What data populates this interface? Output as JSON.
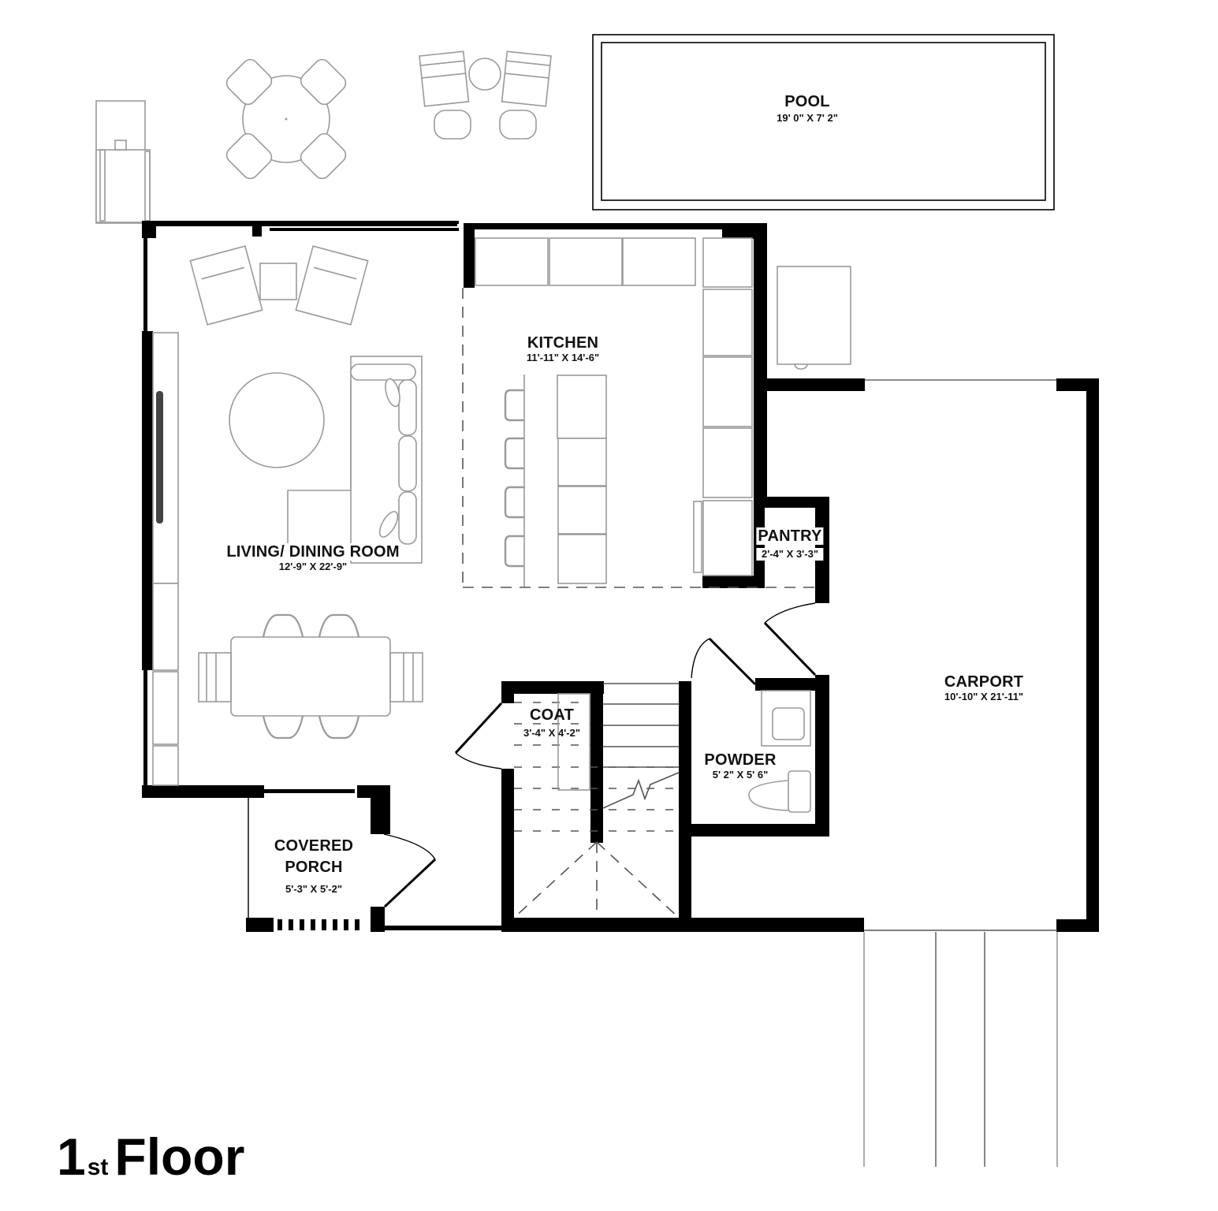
{
  "plan": {
    "title_number": "1",
    "title_suffix": "st",
    "title_word": "Floor",
    "colors": {
      "wall": "#000000",
      "furniture": "#9a9a9a",
      "background": "#ffffff"
    }
  },
  "rooms": {
    "pool": {
      "name": "POOL",
      "dimensions": "19' 0\" X 7' 2\""
    },
    "kitchen": {
      "name": "KITCHEN",
      "dimensions": "11'-11\" X 14'-6\""
    },
    "living_dining": {
      "name": "LIVING/ DINING ROOM",
      "dimensions": "12'-9\" X 22'-9\""
    },
    "pantry": {
      "name": "PANTRY",
      "dimensions": "2'-4\" X 3'-3\""
    },
    "carport": {
      "name": "CARPORT",
      "dimensions": "10'-10\" X 21'-11\""
    },
    "coat": {
      "name": "COAT",
      "dimensions": "3'-4\" X 4'-2\""
    },
    "powder": {
      "name": "POWDER",
      "dimensions": "5' 2\" X 5' 6\""
    },
    "covered_porch": {
      "name_line1": "COVERED",
      "name_line2": "PORCH",
      "dimensions": "5'-3\" X 5'-2\""
    }
  },
  "fixtures": [
    "outdoor-grill-icon",
    "patio-dining-set-icon",
    "lounge-chairs-icon",
    "pool-icon",
    "armchair-icon",
    "side-table-icon",
    "round-rug-icon",
    "sectional-sofa-icon",
    "tv-console-icon",
    "dining-table-icon",
    "kitchen-island-icon",
    "bar-stool-icon",
    "kitchen-cabinets-icon",
    "water-heater-icon",
    "toilet-icon",
    "sink-icon",
    "staircase-icon"
  ]
}
